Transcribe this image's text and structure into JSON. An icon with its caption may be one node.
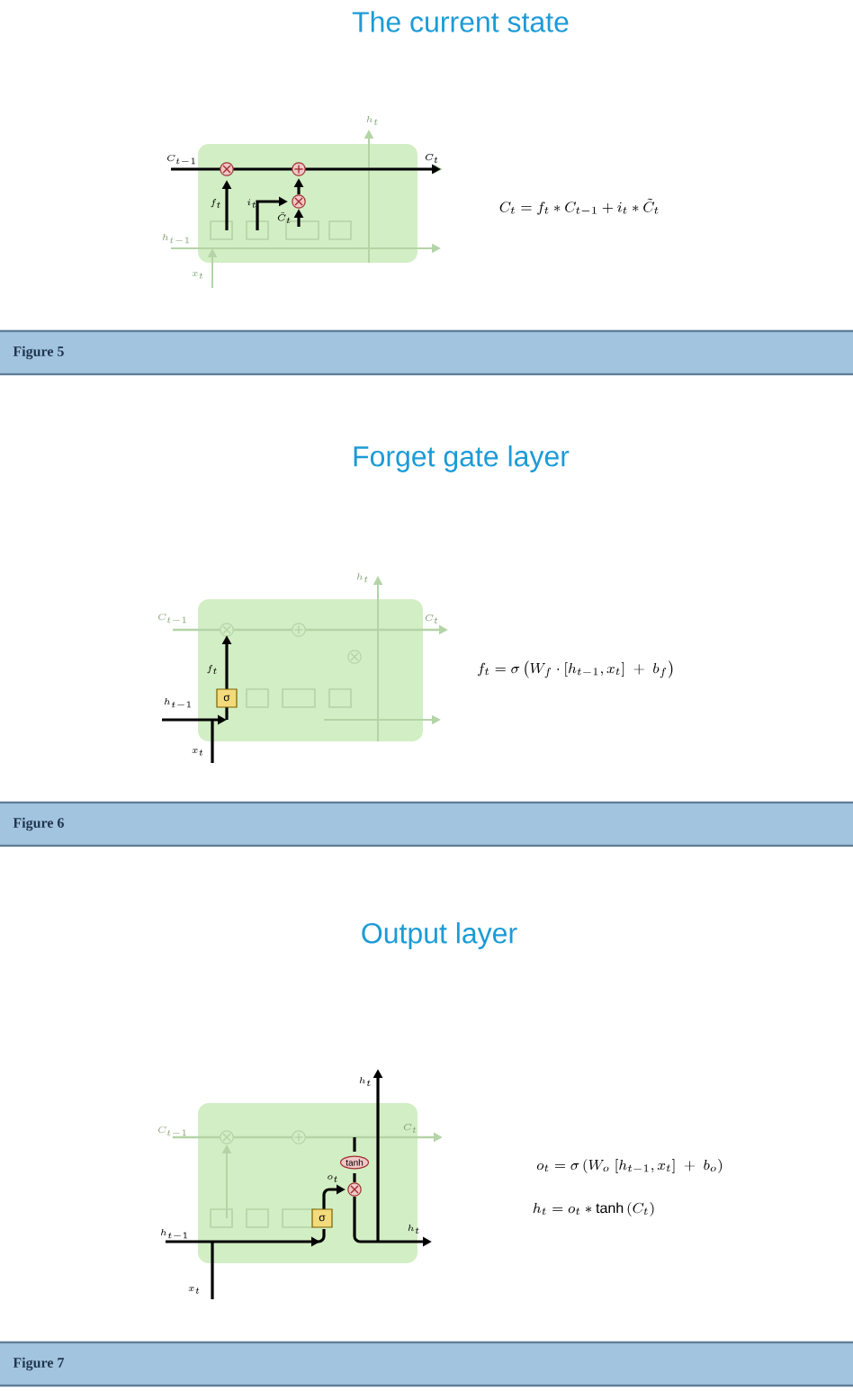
{
  "diagram": {
    "labels": [
      "The current state",
      "C_{t-1}",
      "h_t",
      "C_t",
      "f_t",
      "i_t",
      "\\tilde{C}_t",
      "h_{t-1}",
      "x_t",
      "C_t = f_t * C_{t-1} + i_t * \\tilde{C}_t",
      "Figure 5",
      "Forget gate layer",
      "h_t",
      "C_{t-1}",
      "C_t",
      "f_t",
      "σ",
      "h_{t-1}",
      "x_t",
      "f_t = \\sigma\\left(W_f \\cdot [h_{t-1}, x_t] \\; + \\; b_f\\right)",
      "Figure 6",
      "Output layer",
      "h_t",
      "C_{t-1}",
      "C_t",
      "tanh",
      "o_t",
      "σ",
      "h_{t-1}",
      "h_t",
      "x_t",
      "o_t = \\sigma\\left(W_o \\; [h_{t-1}, x_t] \\; + \\; b_o\\right)",
      "h_t = o_t * \\tanh\\left(C_t\\right)",
      "Figure 7"
    ]
  }
}
